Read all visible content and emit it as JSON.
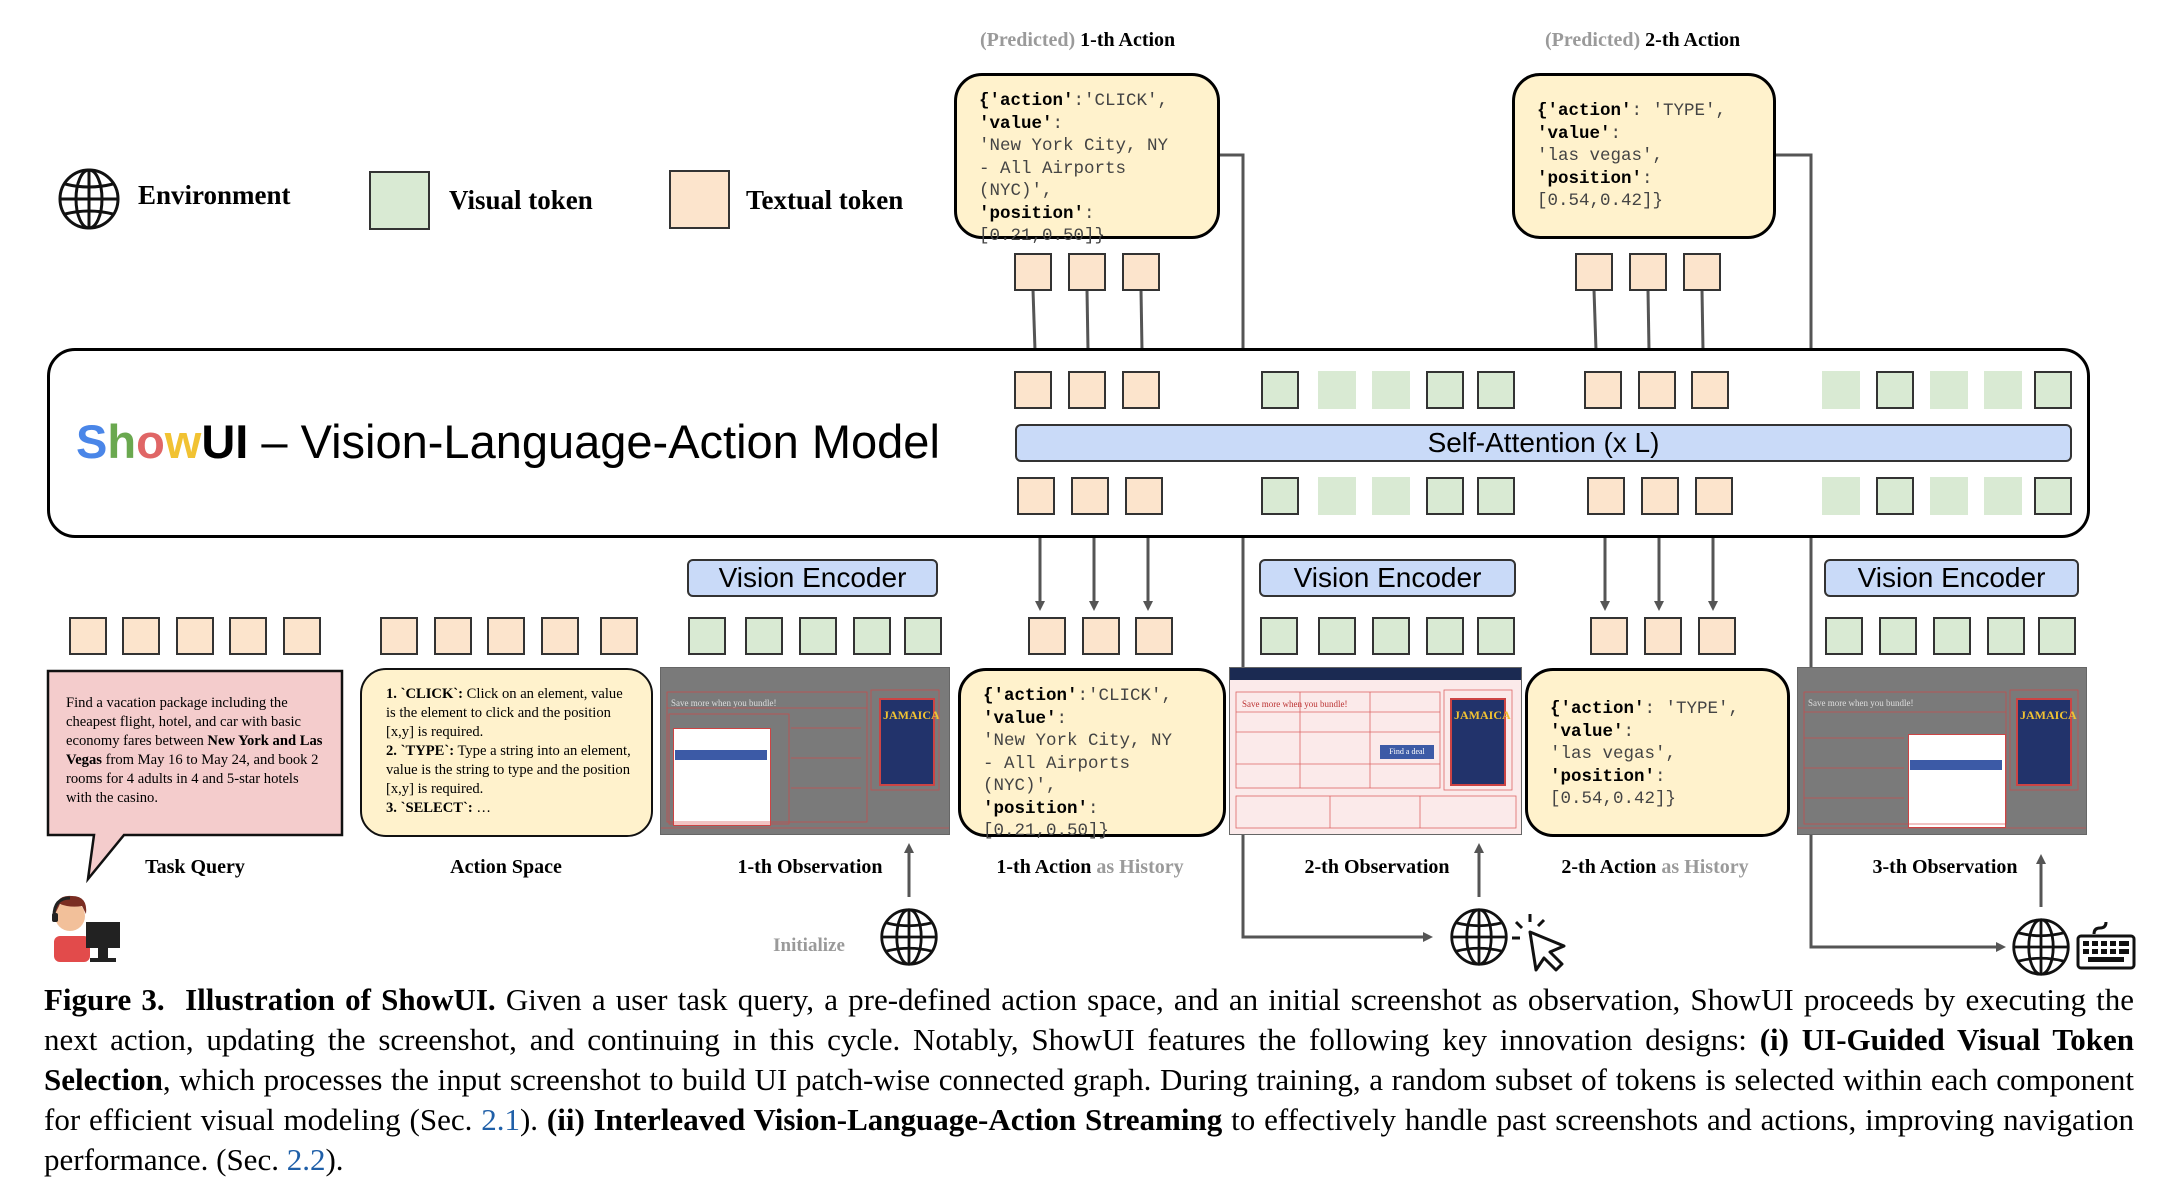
{
  "legend": {
    "environment": "Environment",
    "visual_token": "Visual token",
    "textual_token": "Textual token"
  },
  "predicted": {
    "a1_prefix": "(Predicted)",
    "a1_title": "1-th Action",
    "a2_prefix": "(Predicted)",
    "a2_title": "2-th Action"
  },
  "model": {
    "brand_s": "S",
    "brand_h": "h",
    "brand_o": "o",
    "brand_w": "w",
    "brand_ui": "UI",
    "title_rest": "– Vision-Language-Action Model",
    "attention": "Self-Attention (x L)",
    "encoder": "Vision Encoder"
  },
  "action1": {
    "l1k": "{'action'",
    "l1v": ":'CLICK',",
    "l2k": "'value'",
    "l2v": ":",
    "l3": "'New York City, NY",
    "l4": "- All Airports",
    "l5": "(NYC)',",
    "l6k": "'position'",
    "l6v": ":",
    "l7": "[0.21,0.50]}"
  },
  "action2": {
    "l1k": "{'action'",
    "l1v": ": 'TYPE',",
    "l2k": "'value'",
    "l2v": ":",
    "l3": "'las vegas',",
    "l4k": "'position'",
    "l4v": ":",
    "l5": "[0.54,0.42]}"
  },
  "task_query": {
    "p1": "Find a vacation package including the cheapest flight, hotel, and car with basic economy fares between ",
    "b1": "New York and Las Vegas",
    "p2": " from May 16 to May 24, and book 2 rooms for 4 adults in 4 and 5-star hotels with the casino."
  },
  "action_space": {
    "i1n": "1. `CLICK`:",
    "i1t": " Click on an element, value is the element to click and the position [x,y] is required.",
    "i2n": "2. `TYPE`:",
    "i2t": " Type a string into an element, value is the string to type and the position [x,y] is required.",
    "i3n": "3. `SELECT`:",
    "i3t": " …"
  },
  "labels": {
    "task_query": "Task Query",
    "action_space": "Action Space",
    "obs1": "1-th Observation",
    "act1_hist": "1-th Action",
    "act1_hist_suffix": "as History",
    "obs2": "2-th Observation",
    "act2_hist": "2-th Action",
    "act2_hist_suffix": "as History",
    "obs3": "3-th Observation",
    "initialize": "Initialize"
  },
  "screens": {
    "s1_heading": "Save more when you bundle!",
    "s2_heading": "Save more when you bundle!",
    "s2_button": "Find a deal",
    "s3_heading": "Save more when you bundle!",
    "poster": "JAMAICA"
  },
  "caption": {
    "fig": "Figure 3.",
    "title": "Illustration of ShowUI.",
    "t1": " Given a user task query, a pre-defined action space, and an initial screenshot as observation, ShowUI proceeds by executing the next action, updating the screenshot, and continuing in this cycle. Notably, ShowUI features the following key innovation designs: ",
    "b1": "(i) UI-Guided Visual Token Selection",
    "t2": ", which processes the input screenshot to build UI patch-wise connected graph. During training, a random subset of tokens is selected within each component for efficient visual modeling (Sec. ",
    "ref1": "2.1",
    "t3": "). ",
    "b2": "(ii) Interleaved Vision-Language-Action Streaming",
    "t4": " to effectively handle past screenshots and actions, improving navigation performance. (Sec. ",
    "ref2": "2.2",
    "t5": ")."
  },
  "colors": {
    "textual": "#fce4cc",
    "visual": "#d9ead3",
    "card": "#fff2cc",
    "query": "#f4cccc",
    "encoder": "#c9daf8",
    "brand_s": "#4a86e8",
    "brand_h": "#6aa84f",
    "brand_o": "#e06666",
    "brand_w": "#f1c232"
  }
}
